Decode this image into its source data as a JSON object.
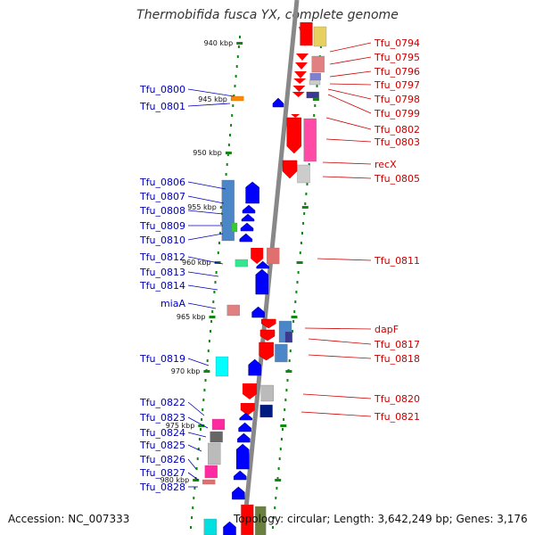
{
  "title": "Thermobifida fusca YX, complete genome",
  "footer": {
    "accession": "Accession: NC_007333",
    "topology": "Topology: circular; Length: 3,642,249 bp; Genes: 3,176"
  },
  "colors": {
    "forward_label": "#cc0000",
    "reverse_label": "#0000bb",
    "backbone": "#888888",
    "tick": "#118811"
  },
  "ticks": [
    {
      "label": "940 kbp"
    },
    {
      "label": "945 kbp"
    },
    {
      "label": "950 kbp"
    },
    {
      "label": "955 kbp"
    },
    {
      "label": "960 kbp"
    },
    {
      "label": "965 kbp"
    },
    {
      "label": "970 kbp"
    },
    {
      "label": "975 kbp"
    },
    {
      "label": "980 kbp"
    }
  ],
  "left_labels": [
    "Tfu_0800",
    "Tfu_0801",
    "Tfu_0806",
    "Tfu_0807",
    "Tfu_0808",
    "Tfu_0809",
    "Tfu_0810",
    "Tfu_0812",
    "Tfu_0813",
    "Tfu_0814",
    "miaA",
    "Tfu_0819",
    "Tfu_0822",
    "Tfu_0823",
    "Tfu_0824",
    "Tfu_0825",
    "Tfu_0826",
    "Tfu_0827",
    "Tfu_0828"
  ],
  "right_labels": [
    "Tfu_0794",
    "Tfu_0795",
    "Tfu_0796",
    "Tfu_0797",
    "Tfu_0798",
    "Tfu_0799",
    "Tfu_0802",
    "Tfu_0803",
    "recX",
    "Tfu_0805",
    "Tfu_0811",
    "dapF",
    "Tfu_0817",
    "Tfu_0818",
    "Tfu_0820",
    "Tfu_0821"
  ]
}
